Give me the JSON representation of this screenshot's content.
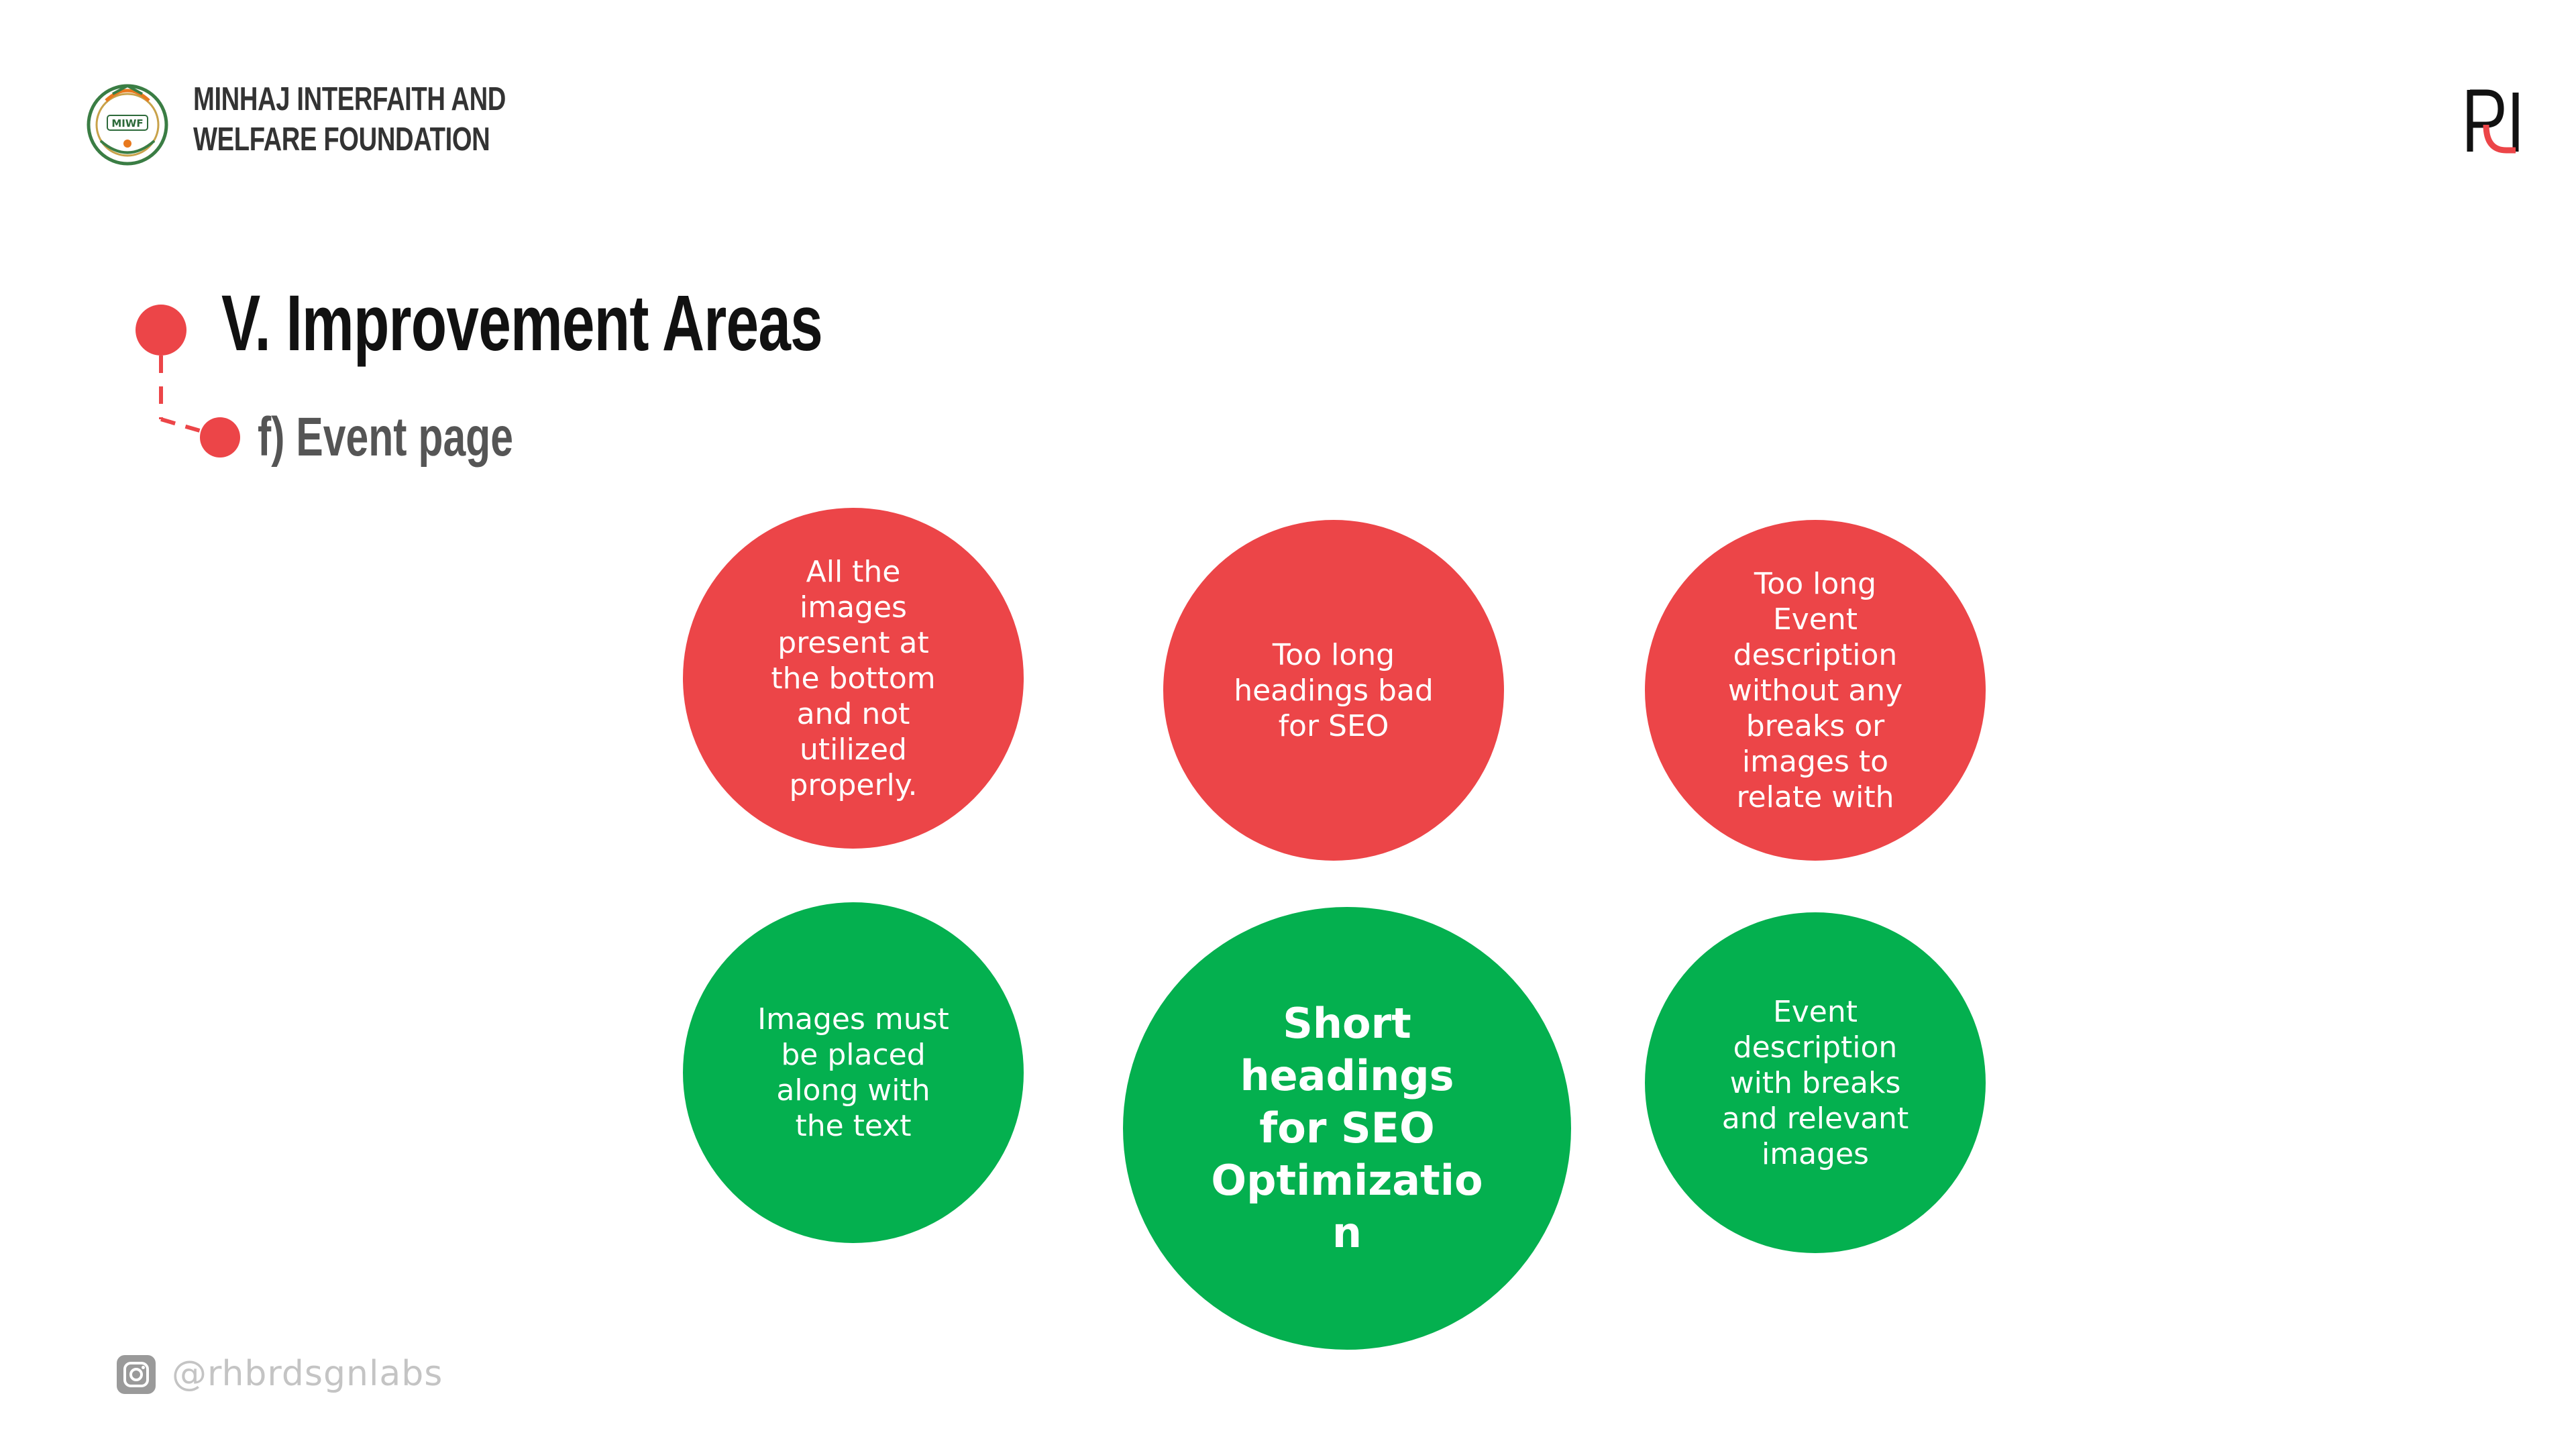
{
  "header": {
    "org_line1": "MINHAJ INTERFAITH AND",
    "org_line2": "WELFARE FOUNDATION",
    "logo_text": "MIWF",
    "logo_icon": "miwf-emblem",
    "brand_icon": "rh-monogram"
  },
  "section": {
    "title": "V. Improvement Areas",
    "subtitle": "f) Event page"
  },
  "problems": [
    "All the images present at the bottom and not utilized properly.",
    "Too long headings bad for SEO",
    "Too long Event description without any breaks or images to relate with"
  ],
  "solutions": [
    "Images must be placed along with the text",
    "Short headings for SEO Optimizatio n",
    "Event description with breaks and relevant images"
  ],
  "footer": {
    "handle": "@rhbrdsgnlabs",
    "icon": "instagram-icon"
  },
  "colors": {
    "problem": "#ec4548",
    "solution": "#04b04f",
    "accent": "#ec4548"
  }
}
